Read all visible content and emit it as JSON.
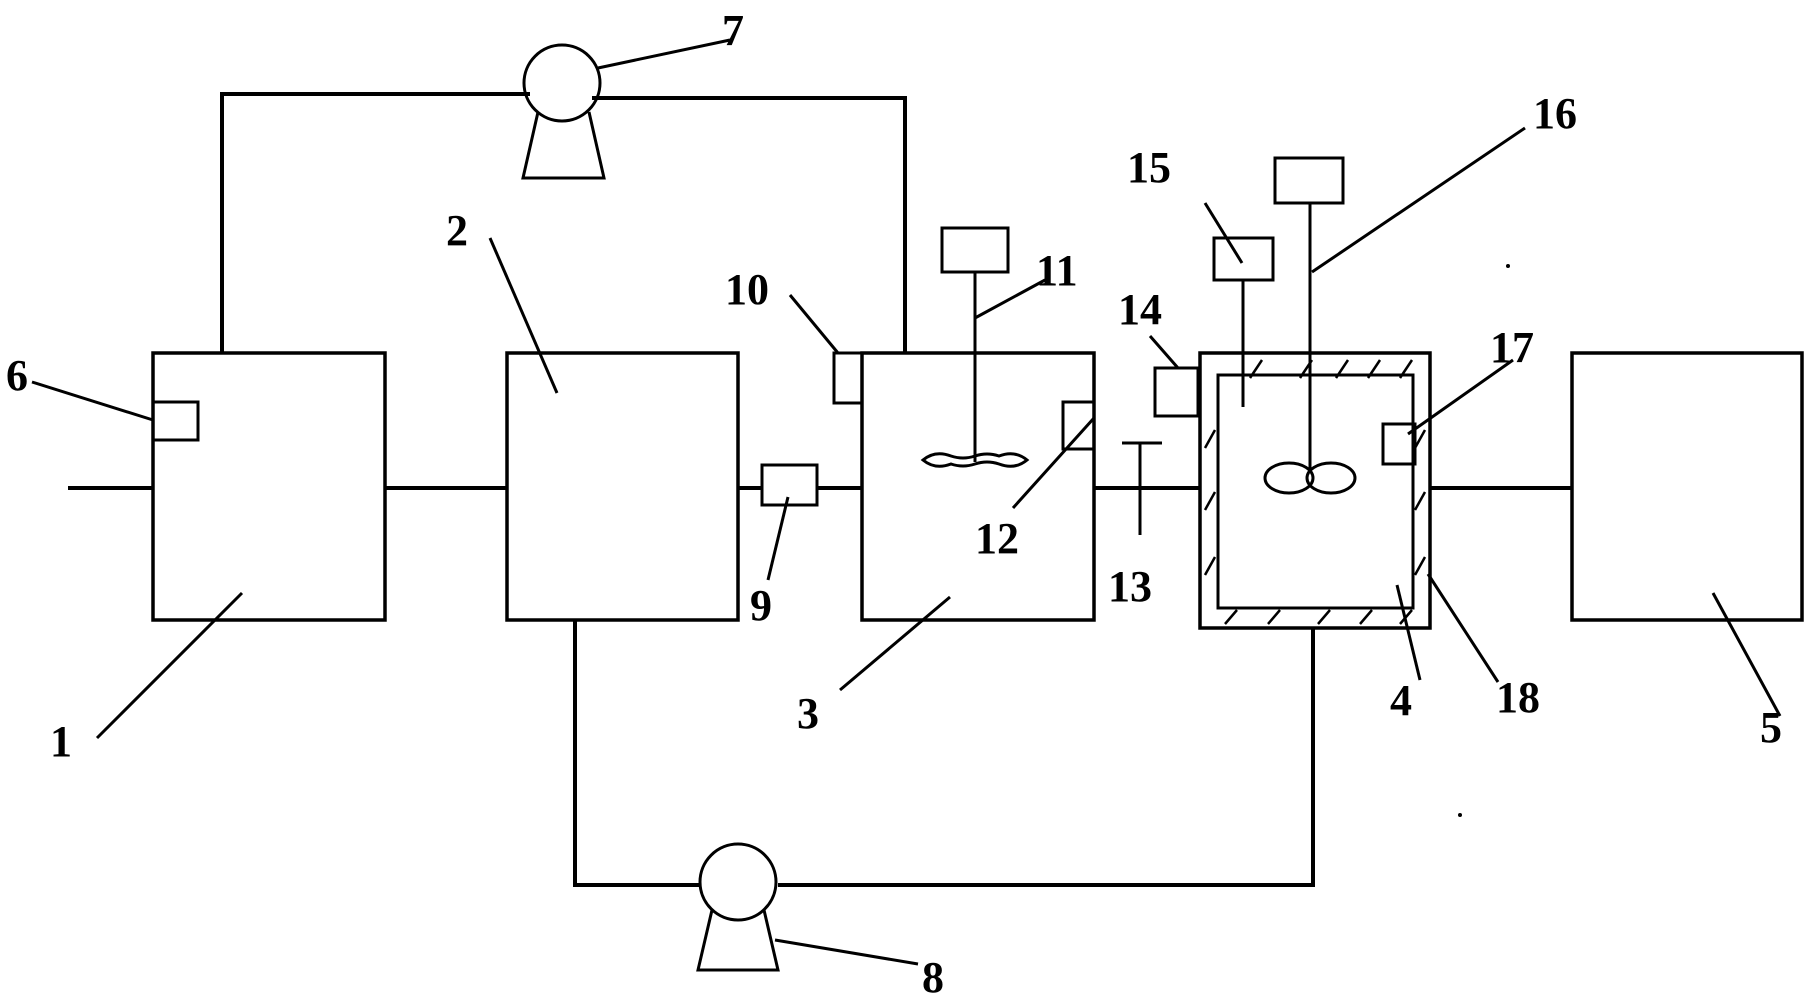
{
  "diagram": {
    "labels": {
      "n1": "1",
      "n2": "2",
      "n3": "3",
      "n4": "4",
      "n5": "5",
      "n6": "6",
      "n7": "7",
      "n8": "8",
      "n9": "9",
      "n10": "10",
      "n11": "11",
      "n12": "12",
      "n13": "13",
      "n14": "14",
      "n15": "15",
      "n16": "16",
      "n17": "17",
      "n18": "18"
    }
  }
}
